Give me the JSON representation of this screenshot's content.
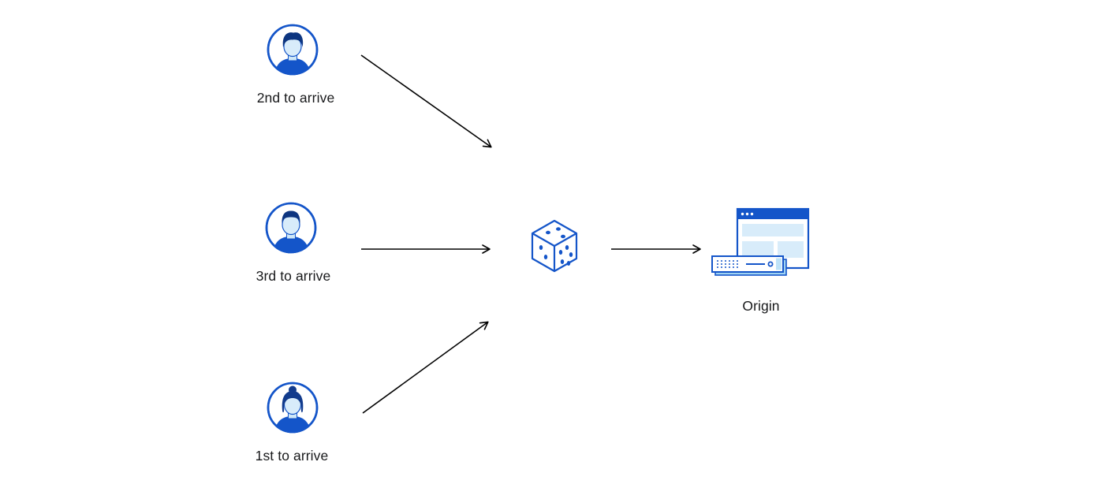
{
  "diagram": {
    "clients": [
      {
        "label": "2nd to arrive",
        "icon": "user-avatar-male-icon"
      },
      {
        "label": "3rd to arrive",
        "icon": "user-avatar-male-icon"
      },
      {
        "label": "1st to arrive",
        "icon": "user-avatar-female-icon"
      }
    ],
    "randomizer": {
      "icon": "dice-icon"
    },
    "origin": {
      "label": "Origin",
      "icon": "origin-server-browser-icon"
    },
    "arrows": [
      {
        "from": "client-2nd-to-arrive",
        "to": "dice"
      },
      {
        "from": "client-3rd-to-arrive",
        "to": "dice"
      },
      {
        "from": "client-1st-to-arrive",
        "to": "dice"
      },
      {
        "from": "dice",
        "to": "origin"
      }
    ],
    "colors": {
      "primary_blue": "#1455C9",
      "dark_navy": "#0D3580",
      "light_blue_fill": "#D8ECFA",
      "medium_light_blue": "#9FD3F2",
      "arrow_black": "#000000",
      "text": "#17181A",
      "background": "#FFFFFF"
    }
  }
}
